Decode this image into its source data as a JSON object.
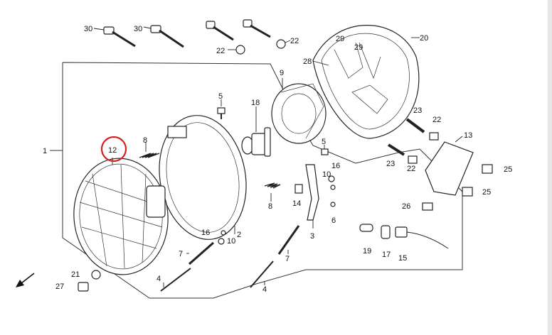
{
  "highlight": {
    "label": "12",
    "color": "#d81e1e"
  },
  "callouts": [
    {
      "id": "30a",
      "text": "30"
    },
    {
      "id": "30b",
      "text": "30"
    },
    {
      "id": "22a",
      "text": "22"
    },
    {
      "id": "22b",
      "text": "22"
    },
    {
      "id": "29a",
      "text": "29"
    },
    {
      "id": "29b",
      "text": "29"
    },
    {
      "id": "20",
      "text": "20"
    },
    {
      "id": "28",
      "text": "28"
    },
    {
      "id": "9",
      "text": "9"
    },
    {
      "id": "5a",
      "text": "5"
    },
    {
      "id": "5b",
      "text": "5"
    },
    {
      "id": "18",
      "text": "18"
    },
    {
      "id": "1",
      "text": "1"
    },
    {
      "id": "8a",
      "text": "8"
    },
    {
      "id": "8b",
      "text": "8"
    },
    {
      "id": "23a",
      "text": "23"
    },
    {
      "id": "23b",
      "text": "23"
    },
    {
      "id": "22c",
      "text": "22"
    },
    {
      "id": "22d",
      "text": "22"
    },
    {
      "id": "13",
      "text": "13"
    },
    {
      "id": "25a",
      "text": "25"
    },
    {
      "id": "25b",
      "text": "25"
    },
    {
      "id": "10a",
      "text": "10"
    },
    {
      "id": "10b",
      "text": "10"
    },
    {
      "id": "16a",
      "text": "16"
    },
    {
      "id": "16b",
      "text": "16"
    },
    {
      "id": "14",
      "text": "14"
    },
    {
      "id": "6",
      "text": "6"
    },
    {
      "id": "26",
      "text": "26"
    },
    {
      "id": "2",
      "text": "2"
    },
    {
      "id": "3",
      "text": "3"
    },
    {
      "id": "7a",
      "text": "7"
    },
    {
      "id": "7b",
      "text": "7"
    },
    {
      "id": "19",
      "text": "19"
    },
    {
      "id": "17",
      "text": "17"
    },
    {
      "id": "15",
      "text": "15"
    },
    {
      "id": "21",
      "text": "21"
    },
    {
      "id": "27",
      "text": "27"
    },
    {
      "id": "4a",
      "text": "4"
    },
    {
      "id": "4b",
      "text": "4"
    }
  ],
  "icons": {
    "direction": "arrow-down-left-icon"
  }
}
